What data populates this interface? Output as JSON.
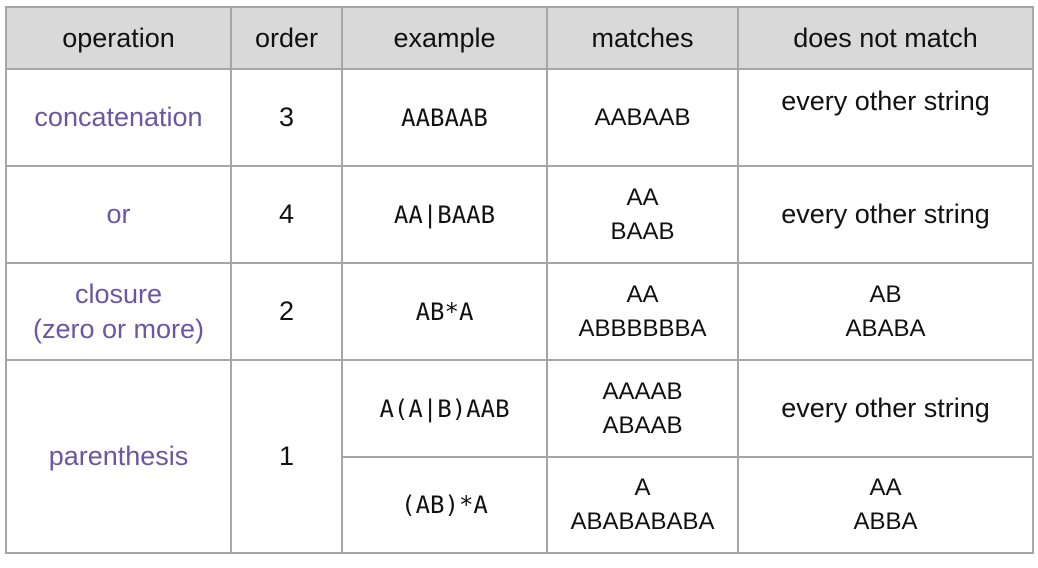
{
  "table": {
    "headers": {
      "operation": "operation",
      "order": "order",
      "example": "example",
      "matches": "matches",
      "does_not_match": "does not match"
    },
    "rows": {
      "concatenation": {
        "operation": "concatenation",
        "order": "3",
        "example": "AABAAB",
        "matches": [
          "AABAAB"
        ],
        "does_not_match": "every other string"
      },
      "or": {
        "operation": "or",
        "order": "4",
        "example": "AA|BAAB",
        "matches": [
          "AA",
          "BAAB"
        ],
        "does_not_match": "every other string"
      },
      "closure": {
        "operation": [
          "closure",
          "(zero or more)"
        ],
        "order": "2",
        "example": "AB*A",
        "matches": [
          "AA",
          "ABBBBBBA"
        ],
        "does_not_match": [
          "AB",
          "ABABA"
        ]
      },
      "parenthesis": {
        "operation": "parenthesis",
        "order": "1",
        "examples": [
          {
            "example": "A(A|B)AAB",
            "matches": [
              "AAAAB",
              "ABAAB"
            ],
            "does_not_match": "every other string"
          },
          {
            "example": "(AB)*A",
            "matches": [
              "A",
              "ABABABABA"
            ],
            "does_not_match": [
              "AA",
              "ABBA"
            ]
          }
        ]
      }
    }
  }
}
